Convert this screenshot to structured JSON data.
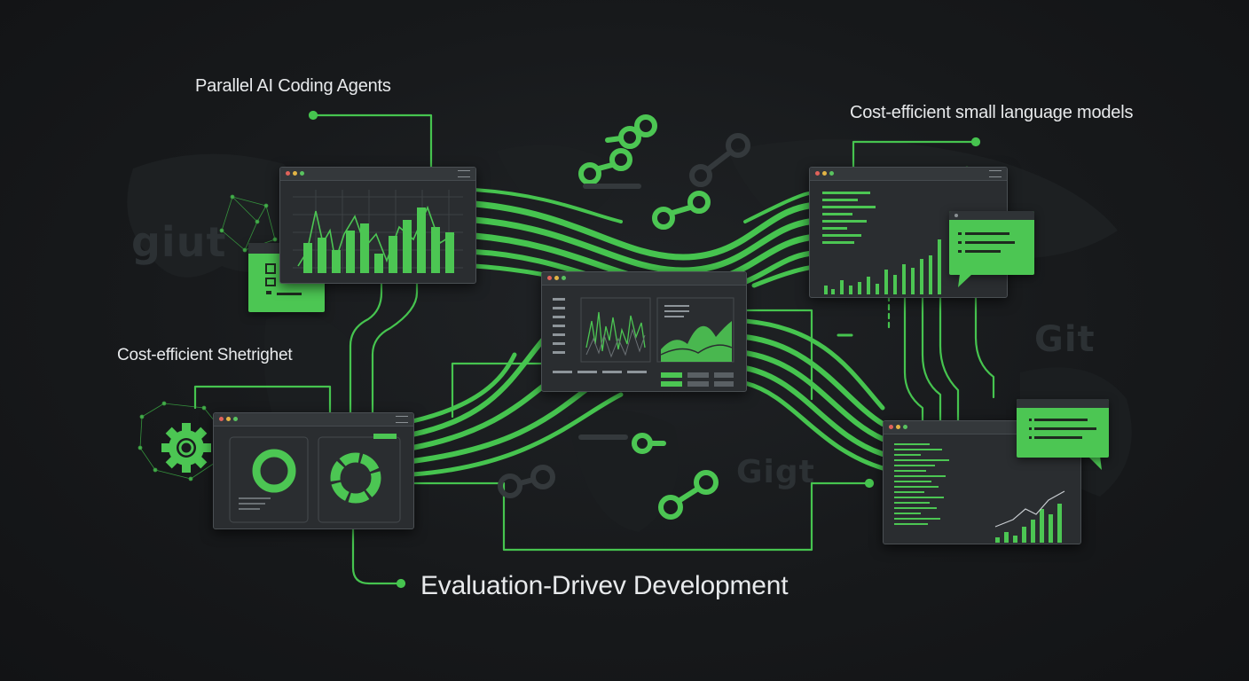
{
  "labels": {
    "top_left": "Parallel AI Coding Agents",
    "top_right": "Cost-efficient small language models",
    "mid_left": "Cost-efficient Shetrighet",
    "bottom": "Evaluation-Drivev Development"
  },
  "background_words": {
    "w1": "giut",
    "w2": "Git",
    "w3": "Gigt"
  },
  "colors": {
    "accent": "#4cc653",
    "background": "#17191b",
    "window": "#2a2d30",
    "label_text": "#e8eaec"
  },
  "icons": [
    "git-link-icon",
    "gear-icon",
    "chat-bubble-icon",
    "network-mesh-icon"
  ]
}
